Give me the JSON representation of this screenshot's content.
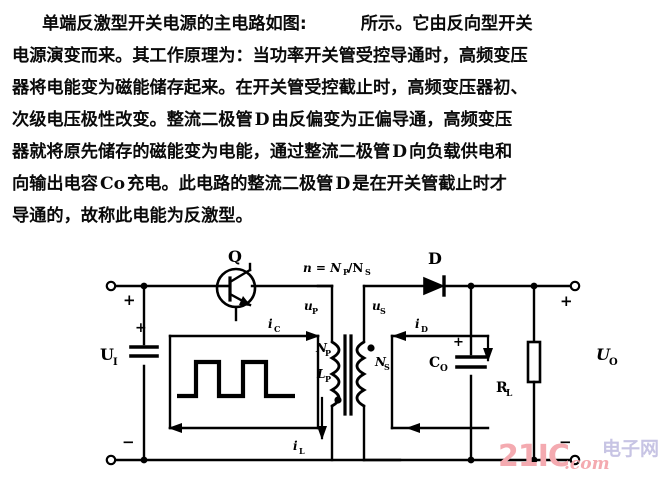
{
  "document": {
    "paragraph_lines": [
      "　　单端反激型开关电源的主电路如图｜　　　所示。它由反向型开关",
      "电源演变而来。其工作原理为：当功率开关管受控导通时，高频变压",
      "器将电能变为磁能储存起来。在开关管受控截止时，高频变压器初、",
      "次级电压极性改变。整流二极管 D 由反偏变为正偏导通，高频变压",
      "器就将原先储存的磁能变为电能，通过整流二极管 D 向负载供电和",
      "向输出电容 Co 充电。此电路的整流二极管 D 是在开关管截止时才",
      "导通的，故称此电能为反激型。"
    ],
    "paragraph_segments": {
      "l1_a": "单端反激型开关电源的主电路如图",
      "l1_b": "所示。它由反向型开关",
      "l2": "电源演变而来。其工作原理为：当功率开关管受控导通时，高频变压",
      "l3": "器将电能变为磁能储存起来。在开关管受控截止时，高频变压器初、",
      "l4_a": "次级电压极性改变。整流二极管",
      "l4_d": "D",
      "l4_b": "由反偏变为正偏导通，高频变压",
      "l5_a": "器就将原先储存的磁能变为电能，通过整流二极管",
      "l5_d": "D",
      "l5_b": "向负载供电和",
      "l6_a": "向输出电容",
      "l6_c": "Co",
      "l6_b": "充电。此电路的整流二极管",
      "l6_d": "D",
      "l6_e": "是在开关管截止时才",
      "l7": "导通的，故称此电能为反激型。"
    }
  },
  "circuit": {
    "title": "单端反激型开关电源主电路",
    "labels": {
      "transistor": "Q",
      "diode": "D",
      "turns_ratio": "n = N",
      "turns_ratio_sub_p": "P",
      "turns_ratio_slash": "/N",
      "turns_ratio_sub_s": "S",
      "input_voltage": "U",
      "input_voltage_sub": "I",
      "output_voltage": "U",
      "output_voltage_sub": "O",
      "primary_voltage": "u",
      "primary_voltage_sub": "P",
      "secondary_voltage": "u",
      "secondary_voltage_sub": "S",
      "collector_current": "i",
      "collector_current_sub": "C",
      "inductor_current": "i",
      "inductor_current_sub": "L",
      "diode_current": "i",
      "diode_current_sub": "D",
      "primary_turns": "N",
      "primary_turns_sub": "P",
      "primary_inductance": "L",
      "primary_inductance_sub": "P",
      "secondary_turns": "N",
      "secondary_turns_sub": "S",
      "output_cap": "C",
      "output_cap_sub": "O",
      "load_resistor": "R",
      "load_resistor_sub": "L",
      "plus": "+",
      "minus": "−"
    },
    "colors": {
      "ink": "#000000",
      "background": "#ffffff"
    }
  },
  "watermark": {
    "brand": "21IC",
    "domain": ".com",
    "chinese": "电子网",
    "colors": {
      "brand": "#f4aab0",
      "chinese": "#c7c4e4"
    }
  }
}
